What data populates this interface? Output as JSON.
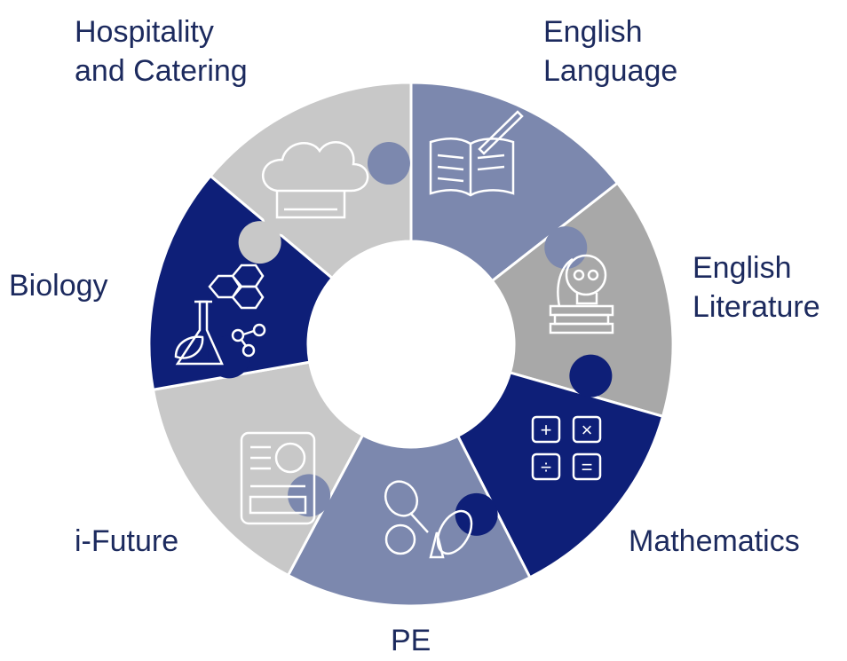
{
  "subjects": [
    {
      "id": "hospitality",
      "lines": [
        "Hospitality",
        "and Catering"
      ],
      "icon": "chef-hat-icon",
      "color": "#c8c8c8"
    },
    {
      "id": "english-language",
      "lines": [
        "English",
        "Language"
      ],
      "icon": "open-book-pen-icon",
      "color": "#7c88ae"
    },
    {
      "id": "english-literature",
      "lines": [
        "English",
        "Literature"
      ],
      "icon": "skull-quill-books-icon",
      "color": "#a8a8a8"
    },
    {
      "id": "mathematics",
      "lines": [
        "Mathematics"
      ],
      "icon": "calculator-symbols-icon",
      "color": "#0e1f78"
    },
    {
      "id": "pe",
      "lines": [
        "PE"
      ],
      "icon": "sports-equipment-icon",
      "color": "#7c88ae"
    },
    {
      "id": "i-future",
      "lines": [
        "i-Future"
      ],
      "icon": "cv-profile-icon",
      "color": "#c8c8c8"
    },
    {
      "id": "biology",
      "lines": [
        "Biology"
      ],
      "icon": "flask-molecule-leaf-icon",
      "color": "#0e1f78"
    }
  ],
  "colors": {
    "text": "#1c2a5e",
    "border": "#ffffff"
  },
  "math_symbols": [
    "+",
    "×",
    "÷",
    "="
  ]
}
